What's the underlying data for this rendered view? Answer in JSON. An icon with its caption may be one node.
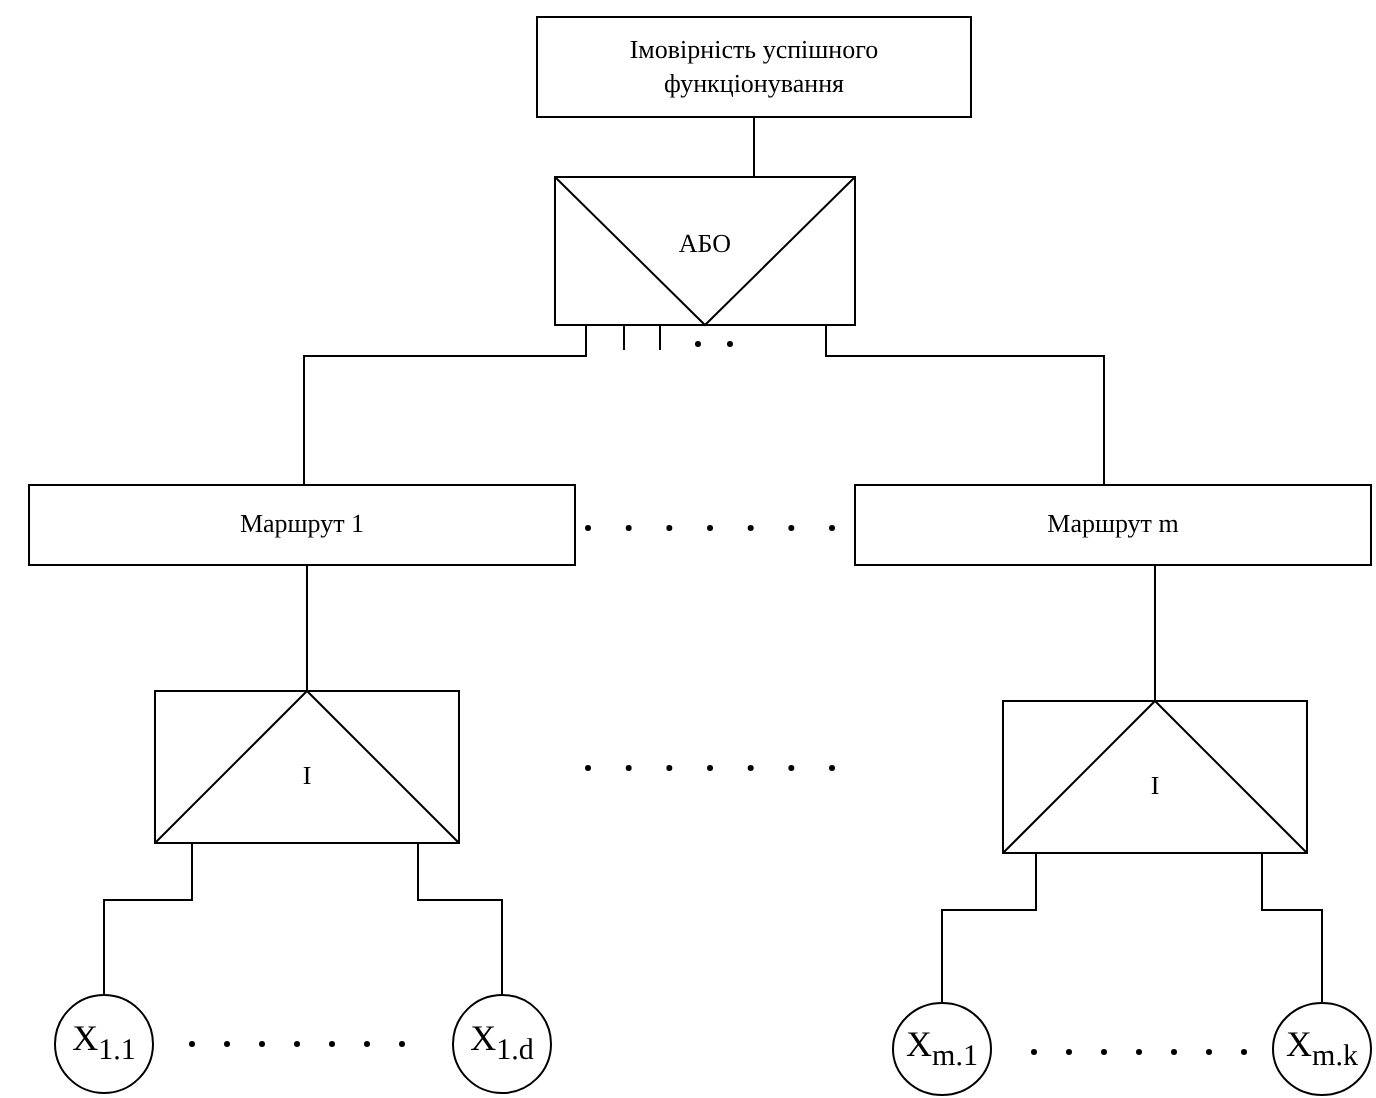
{
  "diagram": {
    "nodes": [
      {
        "text": [
          "Імовірність успішного функціонування"
        ]
      },
      {
        "text": [
          "АБО"
        ]
      },
      {
        "text": [
          "Маршрут 1"
        ]
      },
      {
        "text": [
          "Маршрут m"
        ]
      },
      {
        "text": [
          "I"
        ]
      },
      {
        "text": [
          "I"
        ]
      },
      {
        "text": [
          "X$_{1.1}$"
        ]
      },
      {
        "text": [
          "X$_{1.d}$"
        ]
      },
      {
        "text": [
          "X$_{m.1}$"
        ]
      },
      {
        "text": [
          "X$_{m.k}$"
        ]
      }
    ],
    "edges": [
      {
        "from": 0,
        "to": 1,
        "arrow": "none"
      },
      {
        "from": 1,
        "to": 2,
        "arrow": "none"
      },
      {
        "from": 1,
        "to": 3,
        "arrow": "none"
      },
      {
        "from": 2,
        "to": 4,
        "arrow": "none"
      },
      {
        "from": 3,
        "to": 5,
        "arrow": "none"
      },
      {
        "from": 4,
        "to": 6,
        "arrow": "none"
      },
      {
        "from": 4,
        "to": 7,
        "arrow": "none"
      },
      {
        "from": 5,
        "to": 8,
        "arrow": "none"
      },
      {
        "from": 5,
        "to": 9,
        "arrow": "none"
      }
    ]
  }
}
